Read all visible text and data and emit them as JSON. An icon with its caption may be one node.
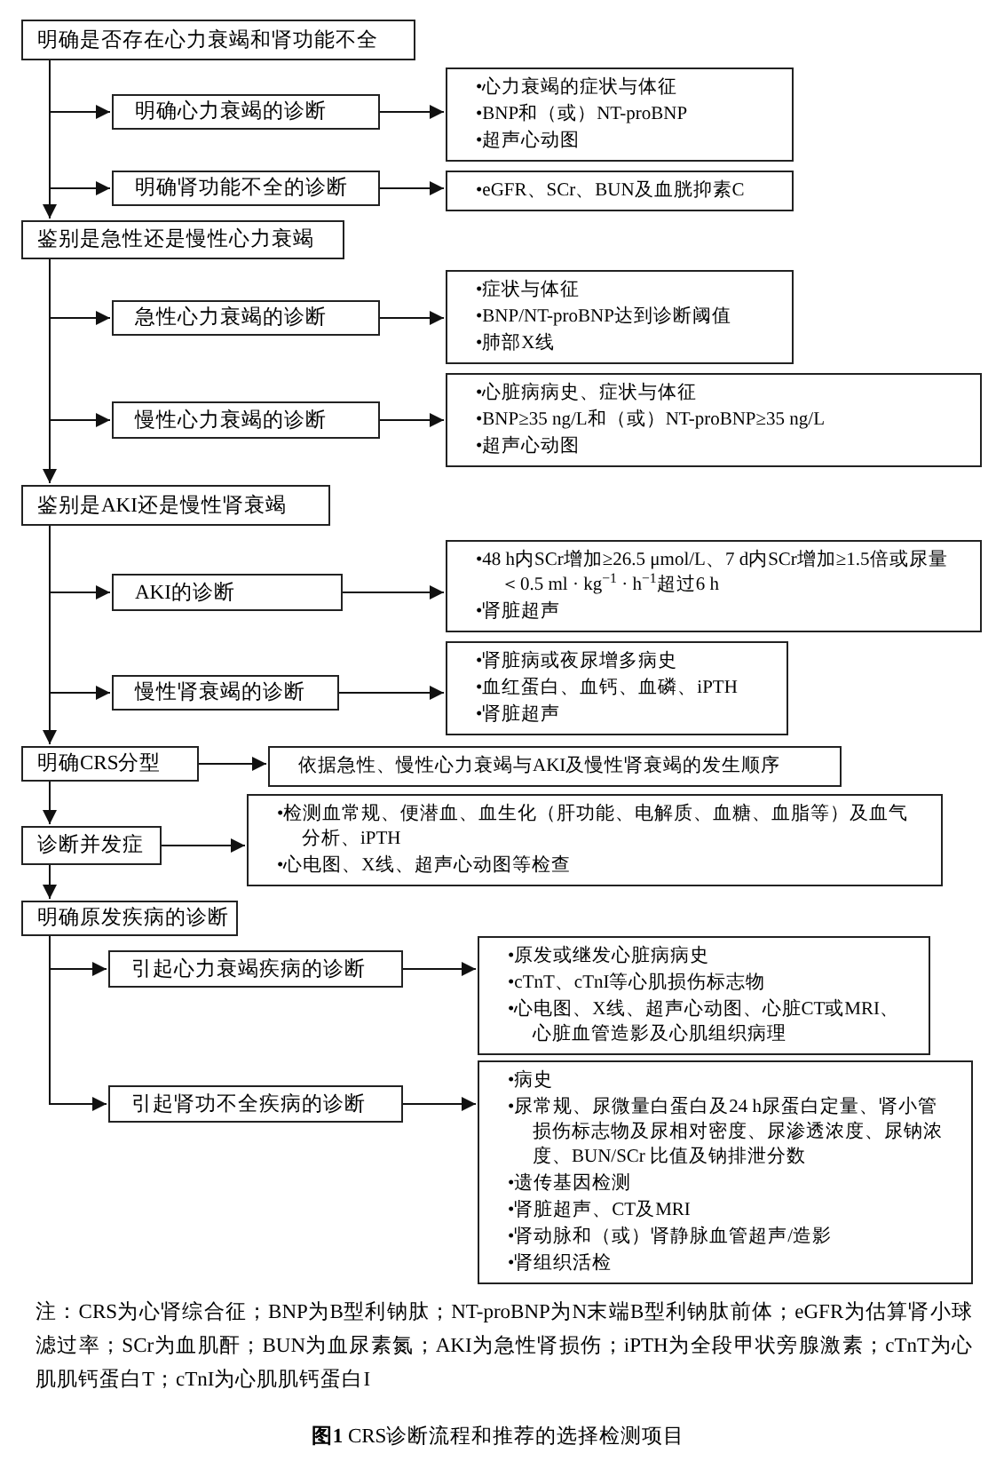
{
  "diagram": {
    "caption": "**图1** CRS诊断流程和推荐的选择检测项目",
    "nodes": [
      {
        "text": [
          "明确是否存在心力衰竭和肾功能不全"
        ]
      },
      {
        "text": [
          "明确心力衰竭的诊断"
        ]
      },
      {
        "text": [
          "•心力衰竭的症状与体征",
          "•BNP和（或）NT-proBNP",
          "•超声心动图"
        ]
      },
      {
        "text": [
          "明确肾功能不全的诊断"
        ]
      },
      {
        "text": [
          "•eGFR、SCr、BUN及血胱抑素C"
        ]
      },
      {
        "text": [
          "鉴别是急性还是慢性心力衰竭"
        ]
      },
      {
        "text": [
          "急性心力衰竭的诊断"
        ]
      },
      {
        "text": [
          "•症状与体征",
          "•BNP/NT-proBNP达到诊断阈值",
          "•肺部X线"
        ]
      },
      {
        "text": [
          "慢性心力衰竭的诊断"
        ]
      },
      {
        "text": [
          "•心脏病病史、症状与体征",
          "•BNP≥35 ng/L和（或）NT-proBNP≥35 ng/L",
          "•超声心动图"
        ]
      },
      {
        "text": [
          "鉴别是AKI还是慢性肾衰竭"
        ]
      },
      {
        "text": [
          "AKI的诊断"
        ]
      },
      {
        "text": [
          "•48 h内SCr增加≥26.5 μmol/L、7 d内SCr增加≥1.5倍或尿量＜0.5 ml · kg$^{−1}$ · h$^{−1}$超过6 h",
          "•肾脏超声"
        ]
      },
      {
        "text": [
          "慢性肾衰竭的诊断"
        ]
      },
      {
        "text": [
          "•肾脏病或夜尿增多病史",
          "•血红蛋白、血钙、血磷、iPTH",
          "•肾脏超声"
        ]
      },
      {
        "text": [
          "明确CRS分型"
        ]
      },
      {
        "text": [
          "依据急性、慢性心力衰竭与AKI及慢性肾衰竭的发生顺序"
        ]
      },
      {
        "text": [
          "诊断并发症"
        ]
      },
      {
        "text": [
          "•检测血常规、便潜血、血生化（肝功能、电解质、血糖、血脂等）及血气分析、iPTH",
          "•心电图、X线、超声心动图等检查"
        ]
      },
      {
        "text": [
          "明确原发疾病的诊断"
        ]
      },
      {
        "text": [
          "引起心力衰竭疾病的诊断"
        ]
      },
      {
        "text": [
          "•原发或继发心脏病病史",
          "•cTnT、cTnI等心肌损伤标志物",
          "•心电图、X线、超声心动图、心脏CT或MRI、心脏血管造影及心肌组织病理"
        ]
      },
      {
        "text": [
          "引起肾功不全疾病的诊断"
        ]
      },
      {
        "text": [
          "•病史",
          "•尿常规、尿微量白蛋白及24 h尿蛋白定量、肾小管损伤标志物及尿相对密度、尿渗透浓度、尿钠浓度、BUN/SCr 比值及钠排泄分数",
          "•遗传基因检测",
          "•肾脏超声、CT及MRI",
          "•肾动脉和（或）肾静脉血管超声/造影",
          "•肾组织活检"
        ]
      }
    ],
    "edges": [
      {
        "from": 0,
        "to": 1,
        "arrow": "to"
      },
      {
        "from": 0,
        "to": 3,
        "arrow": "to"
      },
      {
        "from": 0,
        "to": 5,
        "arrow": "to"
      },
      {
        "from": 1,
        "to": 2,
        "arrow": "to"
      },
      {
        "from": 3,
        "to": 4,
        "arrow": "to"
      },
      {
        "from": 5,
        "to": 6,
        "arrow": "to"
      },
      {
        "from": 5,
        "to": 8,
        "arrow": "to"
      },
      {
        "from": 5,
        "to": 10,
        "arrow": "to"
      },
      {
        "from": 6,
        "to": 7,
        "arrow": "to"
      },
      {
        "from": 8,
        "to": 9,
        "arrow": "to"
      },
      {
        "from": 10,
        "to": 11,
        "arrow": "to"
      },
      {
        "from": 10,
        "to": 13,
        "arrow": "to"
      },
      {
        "from": 10,
        "to": 15,
        "arrow": "to"
      },
      {
        "from": 11,
        "to": 12,
        "arrow": "to"
      },
      {
        "from": 13,
        "to": 14,
        "arrow": "to"
      },
      {
        "from": 15,
        "to": 16,
        "arrow": "to"
      },
      {
        "from": 15,
        "to": 17,
        "arrow": "to"
      },
      {
        "from": 17,
        "to": 18,
        "arrow": "to"
      },
      {
        "from": 17,
        "to": 19,
        "arrow": "to"
      },
      {
        "from": 19,
        "to": 20,
        "arrow": "to"
      },
      {
        "from": 19,
        "to": 22,
        "arrow": "to"
      },
      {
        "from": 20,
        "to": 21,
        "arrow": "to"
      },
      {
        "from": 22,
        "to": 23,
        "arrow": "to"
      }
    ],
    "labels": [
      "注：CRS为心肾综合征；BNP为B型利钠肽；NT-proBNP为N末端B型利钠肽前体；eGFR为估算肾小球滤过率；SCr为血肌酐；BUN为血尿素氮；AKI为急性肾损伤；iPTH为全段甲状旁腺激素；cTnT为心肌肌钙蛋白T；cTnI为心肌肌钙蛋白I"
    ]
  }
}
